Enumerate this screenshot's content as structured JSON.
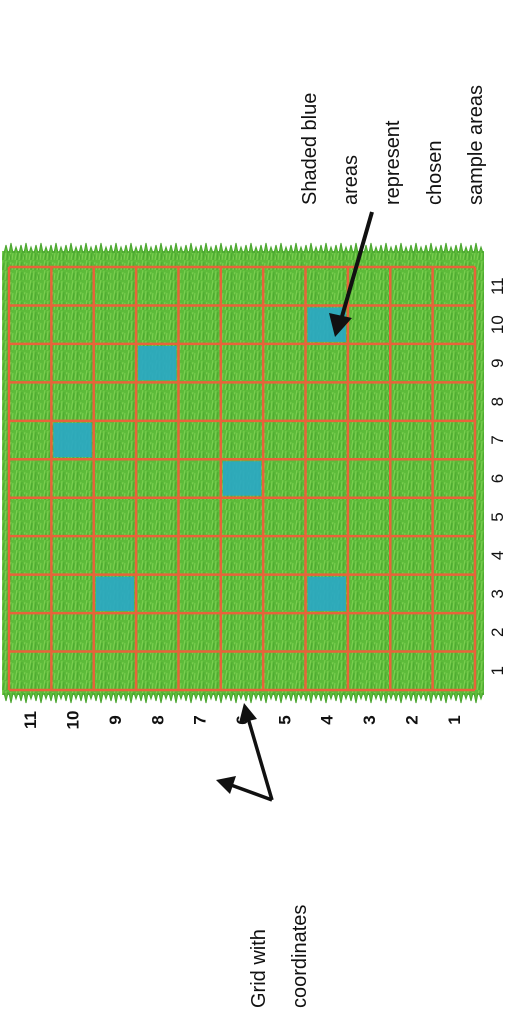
{
  "grid": {
    "rows": 11,
    "cols": 11,
    "row_labels": [
      "1",
      "2",
      "3",
      "4",
      "5",
      "6",
      "7",
      "8",
      "9",
      "10",
      "11"
    ],
    "col_labels": [
      "1",
      "2",
      "3",
      "4",
      "5",
      "6",
      "7",
      "8",
      "9",
      "10",
      "11"
    ],
    "grass_color": "#5dbb3a",
    "line_color": "#e8633a",
    "sample_color": "#2aa8c4",
    "sample_cells": [
      {
        "x": 3,
        "y": 9
      },
      {
        "x": 3,
        "y": 4
      },
      {
        "x": 6,
        "y": 6
      },
      {
        "x": 7,
        "y": 10
      },
      {
        "x": 9,
        "y": 8
      },
      {
        "x": 10,
        "y": 4
      }
    ]
  },
  "annotations": {
    "samples_label": [
      "Shaded blue",
      "areas",
      "represent",
      "chosen",
      "sample areas"
    ],
    "grid_label": [
      "Grid with",
      "coordinates"
    ]
  }
}
